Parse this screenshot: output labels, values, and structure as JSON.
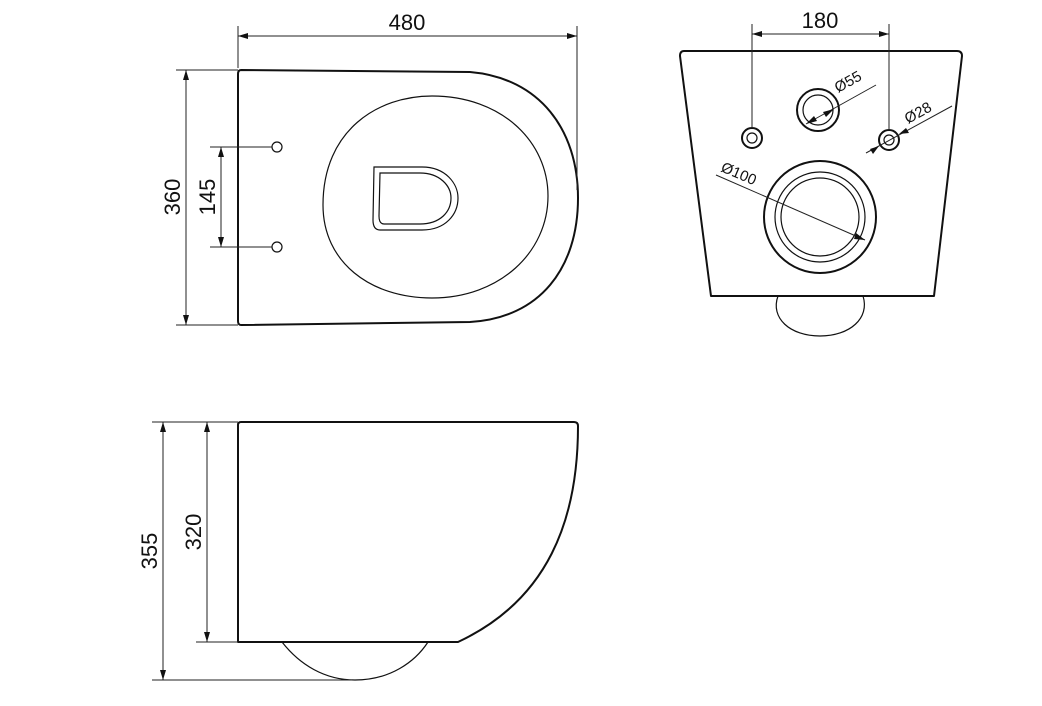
{
  "top_view": {
    "width_label": "480",
    "height_label": "360",
    "mount_spacing_label": "145"
  },
  "rear_view": {
    "mount_spacing_label": "180",
    "inlet_label": "Ø55",
    "bolt_hole_label": "Ø28",
    "outlet_label": "Ø100"
  },
  "side_view": {
    "total_height_label": "355",
    "body_height_label": "320"
  }
}
